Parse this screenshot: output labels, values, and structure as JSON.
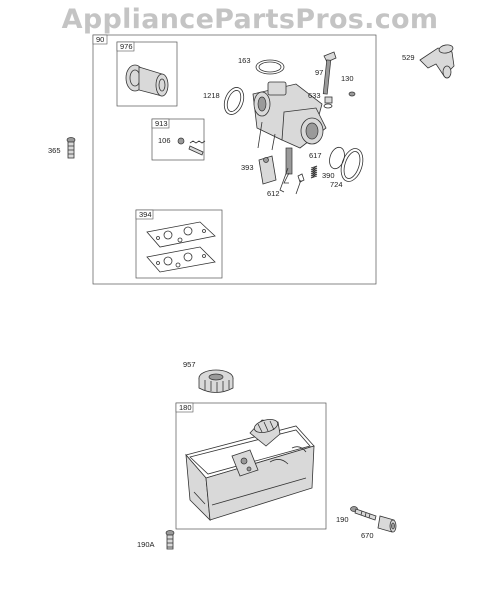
{
  "watermark": "AppliancePartsPros.com",
  "groups": {
    "carburetor_group": "90",
    "air_cleaner_kit": "976",
    "float_kit": "913",
    "gasket_set": "394",
    "fuel_tank": "180"
  },
  "parts": {
    "p163": "163",
    "p97": "97",
    "p130": "130",
    "p529": "529",
    "p1218": "1218",
    "p633": "633",
    "p365": "365",
    "p106": "106",
    "p393": "393",
    "p617": "617",
    "p390": "390",
    "p724": "724",
    "p612": "612",
    "p957": "957",
    "p190": "190",
    "p670": "670",
    "p190a": "190A"
  }
}
